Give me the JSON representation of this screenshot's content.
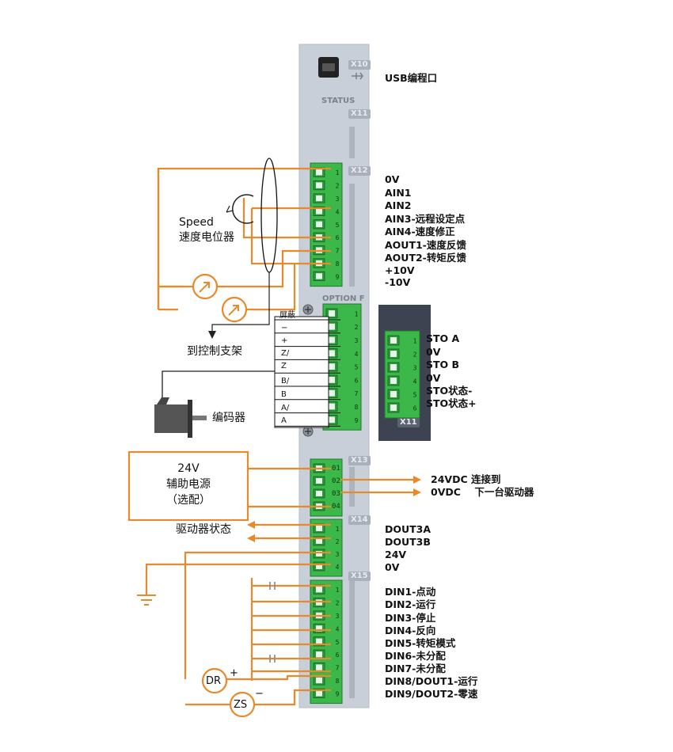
{
  "usb": {
    "port": "X10",
    "label": "USB编程口"
  },
  "status": {
    "label": "STATUS",
    "port": "X11"
  },
  "x12": {
    "port": "X12",
    "pins": [
      "0V",
      "AIN1",
      "AIN2",
      "AIN3-远程设定点",
      "AIN4-速度修正",
      "AOUT1-速度反馈",
      "AOUT2-转矩反馈",
      "+10V",
      "-10V"
    ]
  },
  "speed_pot": {
    "label_en": "Speed",
    "label_cn": "速度电位器"
  },
  "control_stand": {
    "label": "到控制支架"
  },
  "option": {
    "title": "OPTION F",
    "encoder_wires": [
      "屏蔽",
      "−",
      "+",
      "Z/",
      "Z",
      "B/",
      "B",
      "A/",
      "A"
    ]
  },
  "encoder": {
    "label": "编码器"
  },
  "x11_sto": {
    "port": "X11",
    "pins": [
      "STO A",
      "0V",
      "STO B",
      "0V",
      "STO状态-",
      "STO状态+"
    ]
  },
  "x13": {
    "port": "X13",
    "pins": [
      "01",
      "02",
      "03",
      "04"
    ],
    "line1": "24VDC 连接到",
    "line2": "0VDC    下一台驱动器"
  },
  "aux_power": {
    "line1": "24V",
    "line2": "辅助电源",
    "line3": "（选配）"
  },
  "x14": {
    "port": "X14",
    "pins": [
      "DOUT3A",
      "DOUT3B",
      "24V",
      "0V"
    ],
    "status_label": "驱动器状态"
  },
  "x15": {
    "port": "X15",
    "pins": [
      "DIN1-点动",
      "DIN2-运行",
      "DIN3-停止",
      "DIN4-反向",
      "DIN5-转矩模式",
      "DIN6-未分配",
      "DIN7-未分配",
      "DIN8/DOUT1-运行",
      "DIN9/DOUT2-零速"
    ]
  },
  "relays": {
    "dr": "DR",
    "zs": "ZS",
    "plus": "+",
    "minus": "−"
  },
  "colors": {
    "wire": "#e8892c",
    "connector": "#3cb84a",
    "panel": "#c9cfd8",
    "dark_panel": "#3d4350"
  }
}
